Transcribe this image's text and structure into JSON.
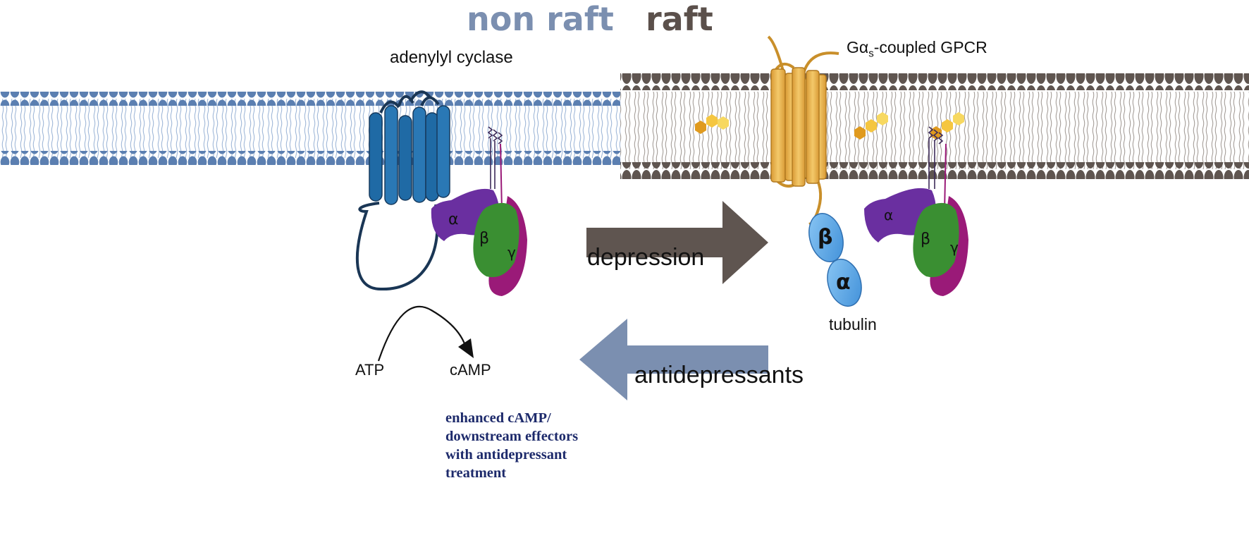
{
  "regions": {
    "non_raft": "non raft",
    "raft": "raft"
  },
  "labels": {
    "adenylyl_cyclase": "adenylyl cyclase",
    "gpcr_prefix": "Gα",
    "gpcr_sub": "s",
    "gpcr_suffix": "-coupled GPCR",
    "depression": "depression",
    "antidepressants": "antidepressants",
    "atp": "ATP",
    "camp": "cAMP",
    "tubulin": "tubulin",
    "outcome": "enhanced cAMP/ downstream effectors with antidepressant treatment"
  },
  "subunits": {
    "g_alpha": "α",
    "g_beta": "β",
    "g_gamma": "γ",
    "tub_beta": "β",
    "tub_alpha": "α"
  },
  "colors": {
    "non_raft_membrane": "#5b7fb1",
    "raft_membrane": "#5f5550",
    "adenylyl_cyclase": "#1f6aa5",
    "gpcr": "#e8b44f",
    "g_alpha": "#6a2fa0",
    "g_beta": "#3a8f32",
    "g_gamma": "#9a1a78",
    "tubulin": "#5da9e9",
    "cholesterol": "#f2b632",
    "arrow_depression": "#5f5550",
    "arrow_antidepressants": "#7b8fb0"
  }
}
